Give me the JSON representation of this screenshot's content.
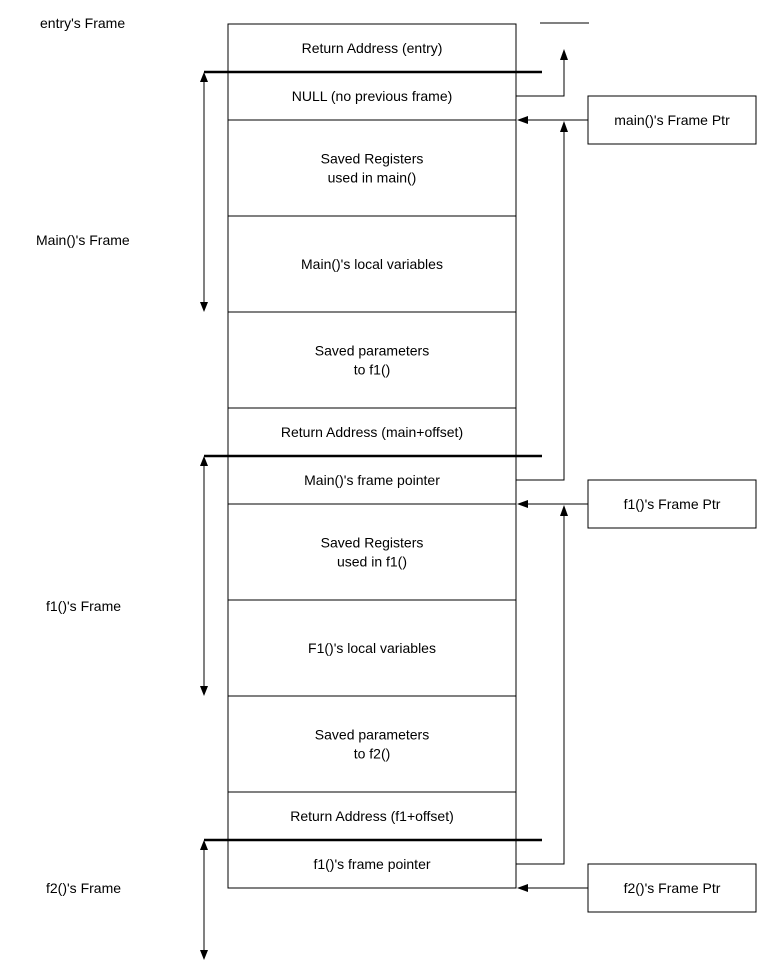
{
  "frame_labels": {
    "entry": "entry's Frame",
    "main": "Main()'s Frame",
    "f1": "f1()'s Frame",
    "f2": "f2()'s Frame"
  },
  "stack_cells": [
    {
      "lines": [
        "Return Address (entry)"
      ]
    },
    {
      "lines": [
        "NULL (no previous frame)"
      ]
    },
    {
      "lines": [
        "Saved Registers",
        "used in main()"
      ]
    },
    {
      "lines": [
        "Main()'s local variables"
      ]
    },
    {
      "lines": [
        "Saved parameters",
        "to f1()"
      ]
    },
    {
      "lines": [
        "Return Address (main+offset)"
      ]
    },
    {
      "lines": [
        "Main()'s frame pointer"
      ]
    },
    {
      "lines": [
        "Saved Registers",
        "used in f1()"
      ]
    },
    {
      "lines": [
        "F1()'s local variables"
      ]
    },
    {
      "lines": [
        "Saved parameters",
        "to f2()"
      ]
    },
    {
      "lines": [
        "Return Address (f1+offset)"
      ]
    },
    {
      "lines": [
        "f1()'s frame pointer"
      ]
    }
  ],
  "frame_pointers": {
    "main": "main()'s Frame Ptr",
    "f1": "f1()'s Frame Ptr",
    "f2": "f2()'s Frame Ptr"
  }
}
